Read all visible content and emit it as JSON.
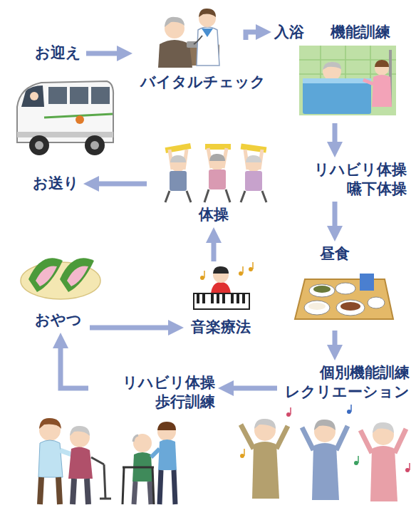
{
  "diagram": {
    "nodes": [
      {
        "text": [
          "お迎え"
        ]
      },
      {
        "text": [
          "バイタルチェック"
        ]
      },
      {
        "text": [
          "入浴 機能訓練"
        ]
      },
      {
        "text": [
          "リハビリ体操 嚥下体操"
        ]
      },
      {
        "text": [
          "昼食"
        ]
      },
      {
        "text": [
          "個別機能訓練 レクリエーション"
        ]
      },
      {
        "text": [
          "リハビリ体操 歩行訓練"
        ]
      },
      {
        "text": [
          "おやつ"
        ]
      },
      {
        "text": [
          "音楽療法"
        ]
      },
      {
        "text": [
          "体操"
        ]
      },
      {
        "text": [
          "お送り"
        ]
      }
    ],
    "edges": [
      {
        "from": 0,
        "to": 1,
        "arrow": "to"
      },
      {
        "from": 1,
        "to": 2,
        "arrow": "to"
      },
      {
        "from": 2,
        "to": 3,
        "arrow": "to"
      },
      {
        "from": 3,
        "to": 4,
        "arrow": "to"
      },
      {
        "from": 4,
        "to": 5,
        "arrow": "to"
      },
      {
        "from": 5,
        "to": 6,
        "arrow": "to"
      },
      {
        "from": 6,
        "to": 7,
        "arrow": "to"
      },
      {
        "from": 7,
        "to": 8,
        "arrow": "to"
      },
      {
        "from": 8,
        "to": 9,
        "arrow": "to"
      },
      {
        "from": 9,
        "to": 10,
        "arrow": "to"
      }
    ]
  }
}
